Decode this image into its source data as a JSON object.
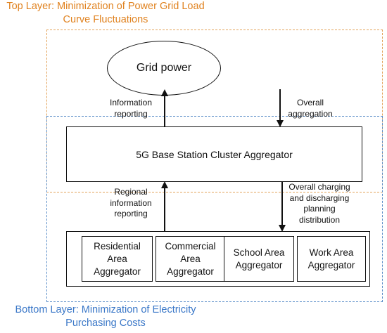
{
  "top_layer": {
    "title_line1": "Top Layer: Minimization of Power Grid Load",
    "title_line2": "Curve Fluctuations"
  },
  "bottom_layer": {
    "title_line1": "Bottom Layer: Minimization of Electricity",
    "title_line2": "Purchasing Costs"
  },
  "grid": {
    "label": "Grid power"
  },
  "cluster": {
    "label": "5G Base Station Cluster Aggregator"
  },
  "arrows": {
    "info_reporting": [
      "Information",
      "reporting"
    ],
    "overall_aggregation": [
      "Overall",
      "aggregation"
    ],
    "regional_reporting": [
      "Regional",
      "information",
      "reporting"
    ],
    "planning_distribution": [
      "Overall charging",
      "and discharging",
      "planning",
      "distribution"
    ]
  },
  "aggregators": [
    {
      "lines": [
        "Residential",
        "Area",
        "Aggregator"
      ]
    },
    {
      "lines": [
        "Commercial",
        "Area",
        "Aggregator"
      ]
    },
    {
      "lines": [
        "School Area",
        "Aggregator"
      ]
    },
    {
      "lines": [
        "Work Area",
        "Aggregator"
      ]
    }
  ],
  "colors": {
    "top_layer": "#e0821f",
    "bottom_layer": "#3b78c8",
    "line": "#111111"
  }
}
